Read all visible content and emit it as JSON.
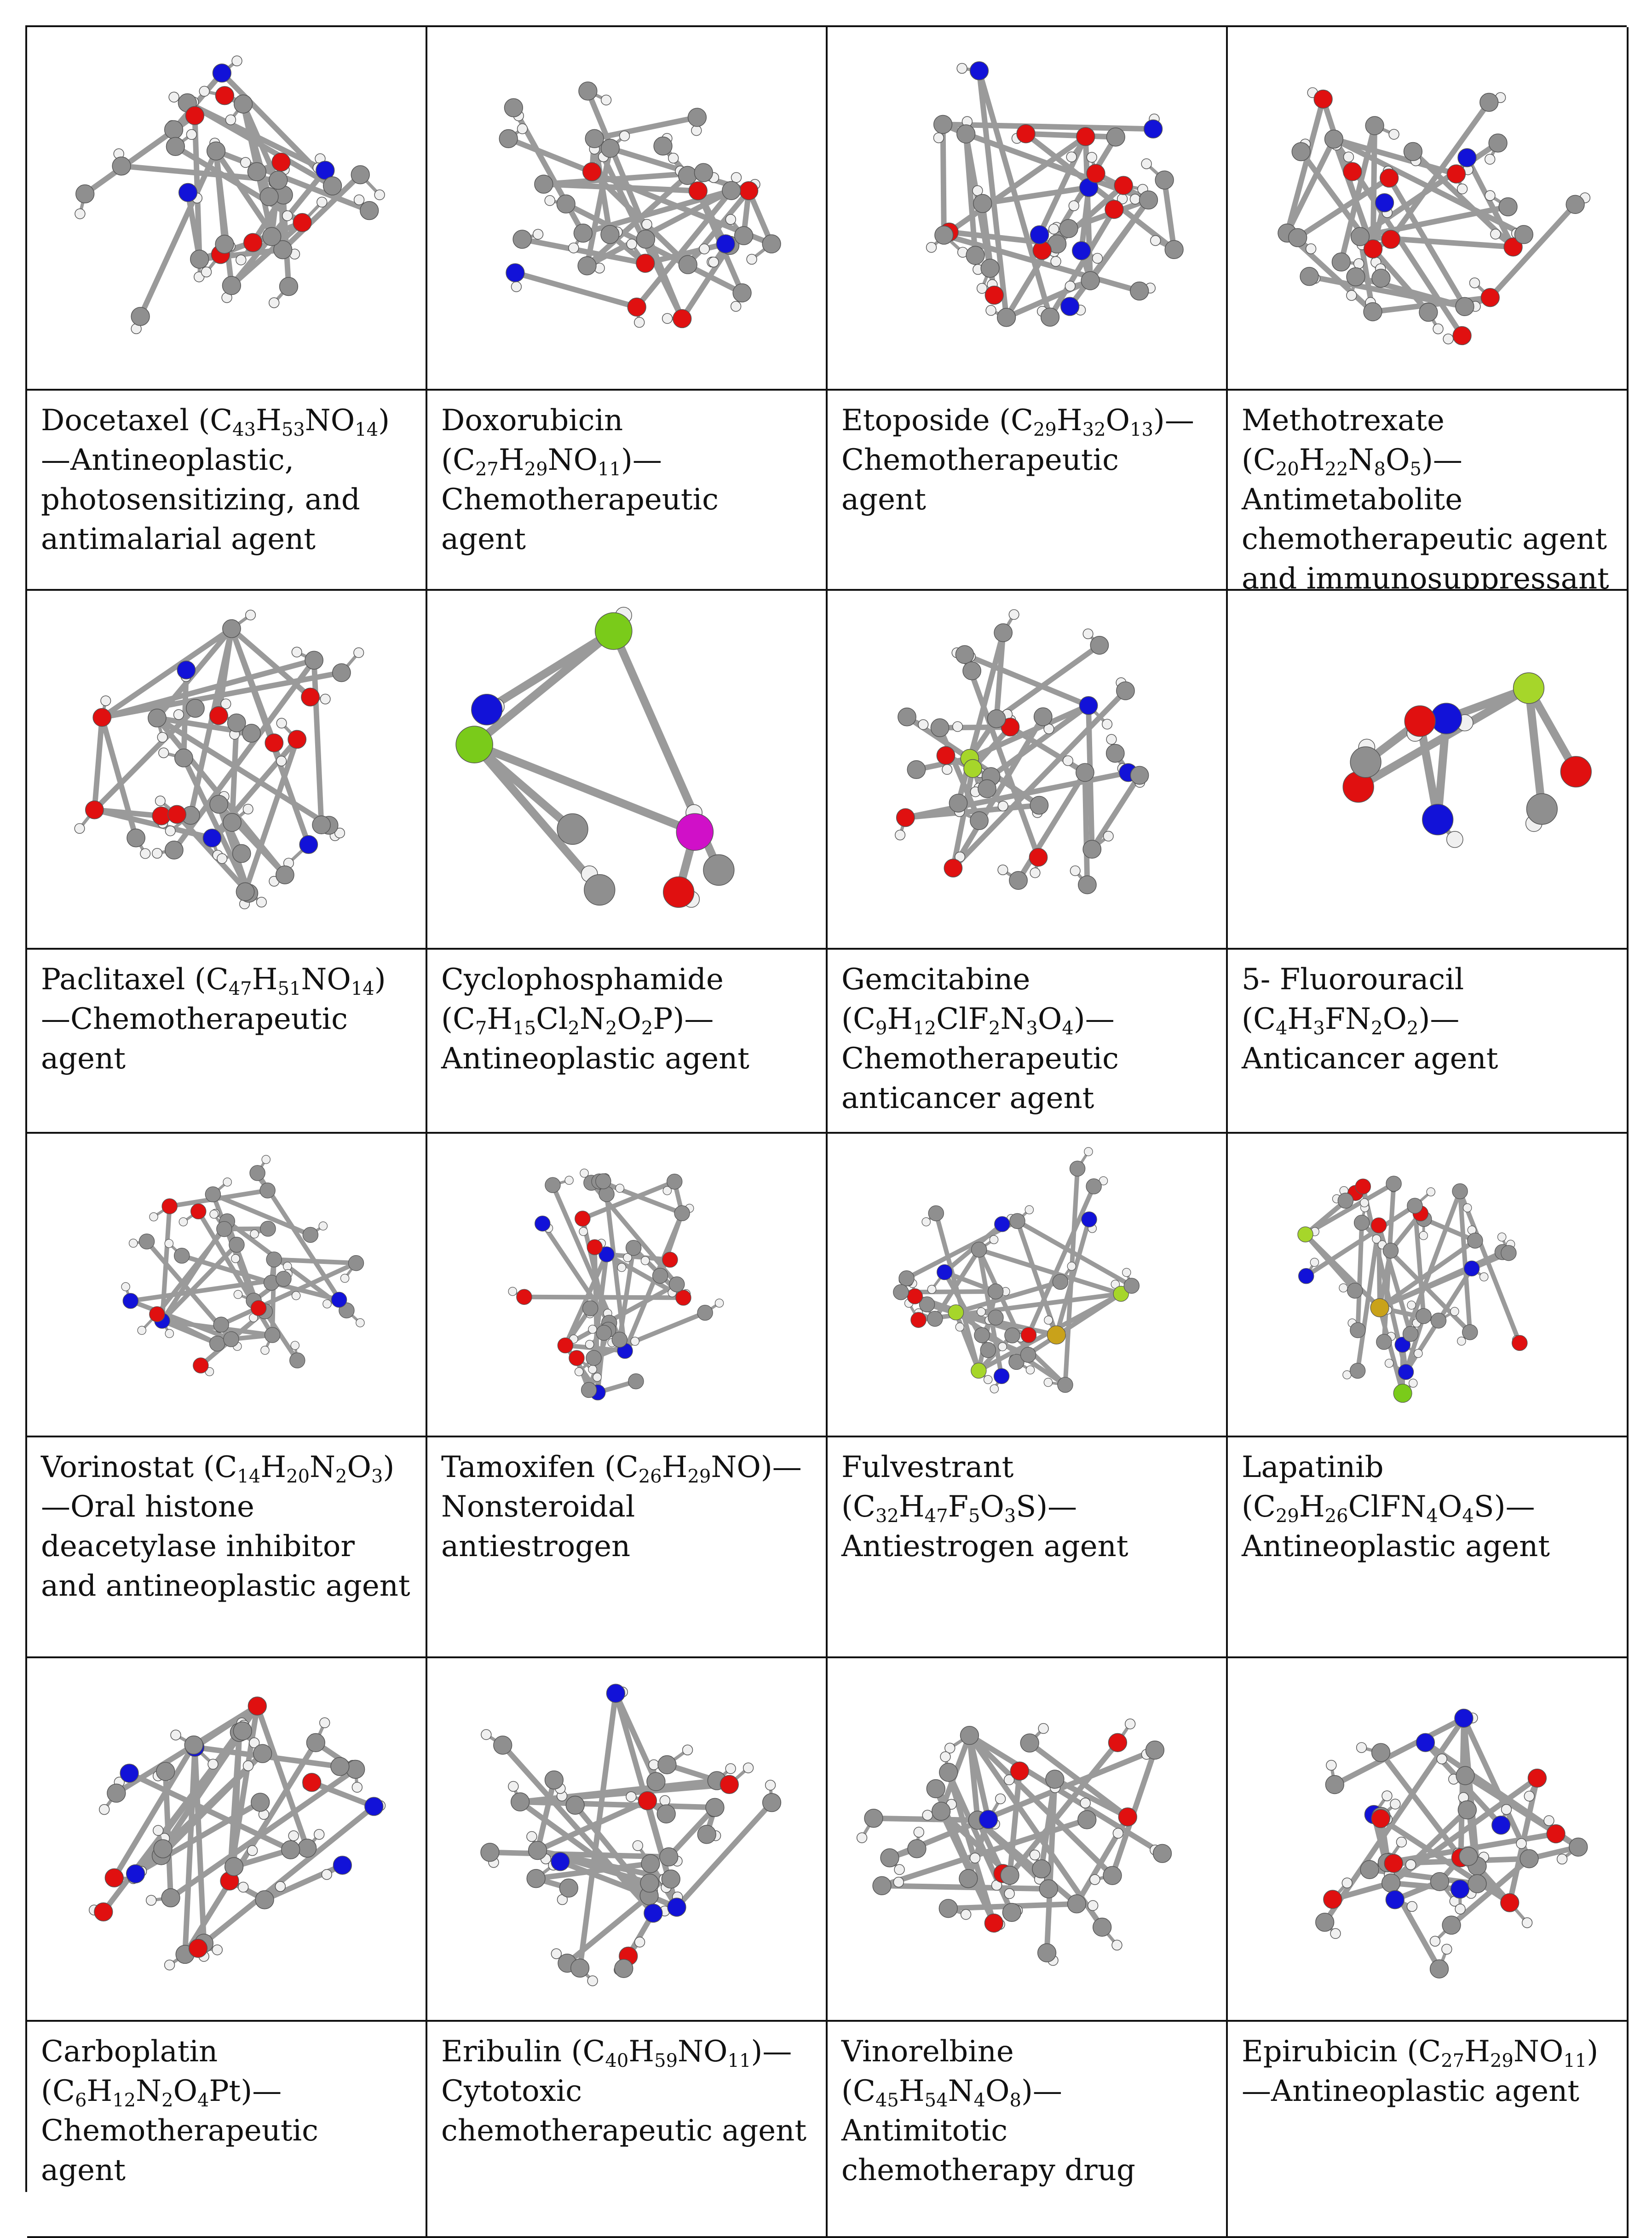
{
  "colors": {
    "carbon": "#8f8f8f",
    "oxygen": "#e01010",
    "nitrogen": "#1212d8",
    "hydrogen": "#f0f0f0",
    "fluorine": "#a6d62a",
    "chlorine": "#7acb1a",
    "phosphorus": "#d010c8",
    "sulfur": "#c9a21a",
    "bond": "#9a9a9a",
    "border": "#111111"
  },
  "drugs": [
    {
      "id": "docetaxel",
      "name": "Docetaxel",
      "formula": [
        [
          "C",
          "43"
        ],
        [
          "H",
          "53"
        ],
        [
          "NO",
          "14"
        ]
      ],
      "description": "Antineoplastic, photosensitizing, and antimalarial agent",
      "name_formula_sep": " (",
      "after_formula": ")—"
    },
    {
      "id": "doxorubicin",
      "name": "Doxorubicin",
      "formula": [
        [
          "C",
          "27"
        ],
        [
          "H",
          "29"
        ],
        [
          "NO",
          "11"
        ]
      ],
      "description": "Chemotherapeutic agent"
    },
    {
      "id": "etoposide",
      "name": "Etoposide",
      "formula": [
        [
          "C",
          "29"
        ],
        [
          "H",
          "32"
        ],
        [
          "O",
          "13"
        ]
      ],
      "description": "Chemotherapeutic agent"
    },
    {
      "id": "methotrexate",
      "name": "Methotrexate",
      "formula": [
        [
          "C",
          "20"
        ],
        [
          "H",
          "22"
        ],
        [
          "N",
          "8"
        ],
        [
          "O",
          "5"
        ]
      ],
      "description": "Antimetabolite chemotherapeutic agent and immunosuppressant"
    },
    {
      "id": "paclitaxel",
      "name": "Paclitaxel",
      "formula": [
        [
          "C",
          "47"
        ],
        [
          "H",
          "51"
        ],
        [
          "NO",
          "14"
        ]
      ],
      "description": "Chemotherapeutic agent"
    },
    {
      "id": "cyclophosphamide",
      "name": "Cyclophosphamide",
      "formula": [
        [
          "C",
          "7"
        ],
        [
          "H",
          "15"
        ],
        [
          "Cl",
          "2"
        ],
        [
          "N",
          "2"
        ],
        [
          "O",
          "2"
        ],
        [
          "P",
          ""
        ]
      ],
      "description": "Antineoplastic agent"
    },
    {
      "id": "gemcitabine",
      "name": "Gemcitabine",
      "formula": [
        [
          "C",
          "9"
        ],
        [
          "H",
          "12"
        ],
        [
          "ClF",
          "2"
        ],
        [
          "N",
          "3"
        ],
        [
          "O",
          "4"
        ]
      ],
      "description": "Chemotherapeutic anticancer agent"
    },
    {
      "id": "fluorouracil",
      "name": "5- Fluorouracil",
      "formula": [
        [
          "C",
          "4"
        ],
        [
          "H",
          "3"
        ],
        [
          "FN",
          "2"
        ],
        [
          "O",
          "2"
        ]
      ],
      "description": "Anticancer agent"
    },
    {
      "id": "vorinostat",
      "name": "Vorinostat",
      "formula": [
        [
          "C",
          "14"
        ],
        [
          "H",
          "20"
        ],
        [
          "N",
          "2"
        ],
        [
          "O",
          "3"
        ]
      ],
      "description": "Oral histone deacetylase inhibitor and antineoplastic agent"
    },
    {
      "id": "tamoxifen",
      "name": "Tamoxifen",
      "formula": [
        [
          "C",
          "26"
        ],
        [
          "H",
          "29"
        ],
        [
          "NO",
          ""
        ]
      ],
      "description": "Nonsteroidal antiestrogen"
    },
    {
      "id": "fulvestrant",
      "name": "Fulvestrant",
      "formula": [
        [
          "C",
          "32"
        ],
        [
          "H",
          "47"
        ],
        [
          "F",
          "5"
        ],
        [
          "O",
          "3"
        ],
        [
          "S",
          ""
        ]
      ],
      "description": "Antiestrogen agent"
    },
    {
      "id": "lapatinib",
      "name": "Lapatinib",
      "formula": [
        [
          "C",
          "29"
        ],
        [
          "H",
          "26"
        ],
        [
          "ClFN",
          "4"
        ],
        [
          "O",
          "4"
        ],
        [
          "S",
          ""
        ]
      ],
      "description": "Antineoplastic agent"
    },
    {
      "id": "carboplatin",
      "name": "Carboplatin",
      "formula": [
        [
          "C",
          "6"
        ],
        [
          "H",
          "12"
        ],
        [
          "N",
          "2"
        ],
        [
          "O",
          "4"
        ],
        [
          "Pt",
          ""
        ]
      ],
      "description": "Chemotherapeutic agent"
    },
    {
      "id": "eribulin",
      "name": "Eribulin",
      "formula": [
        [
          "C",
          "40"
        ],
        [
          "H",
          "59"
        ],
        [
          "NO",
          "11"
        ]
      ],
      "description": "Cytotoxic chemotherapeutic agent"
    },
    {
      "id": "vinorelbine",
      "name": "Vinorelbine",
      "formula": [
        [
          "C",
          "45"
        ],
        [
          "H",
          "54"
        ],
        [
          "N",
          "4"
        ],
        [
          "O",
          "8"
        ]
      ],
      "description": "Antimitotic chemotherapy drug"
    },
    {
      "id": "epirubicin",
      "name": "Epirubicin",
      "formula": [
        [
          "C",
          "27"
        ],
        [
          "H",
          "29"
        ],
        [
          "NO",
          "11"
        ]
      ],
      "description": "Antineoplastic agent"
    }
  ]
}
